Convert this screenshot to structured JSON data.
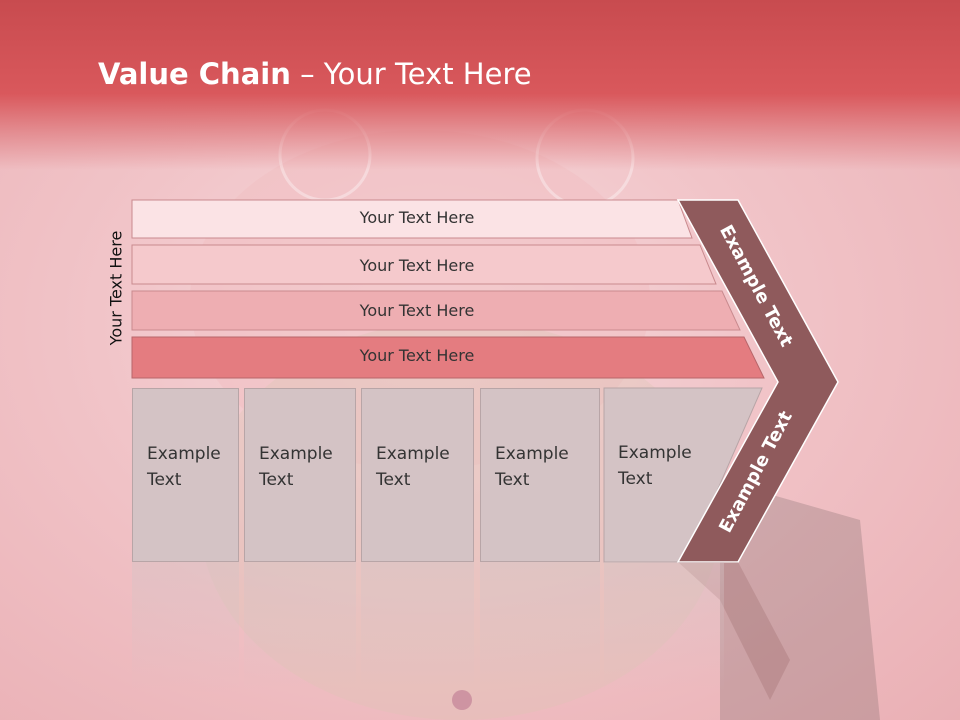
{
  "title": {
    "bold": "Value Chain",
    "rest": " – Your Text Here"
  },
  "side_label": "Your Text Here",
  "bands": [
    "Your Text Here",
    "Your Text Here",
    "Your Text Here",
    "Your Text Here"
  ],
  "boxes": [
    {
      "line1": "Example",
      "line2": "Text"
    },
    {
      "line1": "Example",
      "line2": "Text"
    },
    {
      "line1": "Example",
      "line2": "Text"
    },
    {
      "line1": "Example",
      "line2": "Text"
    },
    {
      "line1": "Example",
      "line2": "Text"
    }
  ],
  "chevron": {
    "upper": "Example Text",
    "lower": "Example Text"
  },
  "colors": {
    "header": "#d9585c",
    "band1": "#fbe3e5",
    "band2": "#f5c9cc",
    "band3": "#eeaeb2",
    "band4": "#e47c80",
    "chevron": "#8f5a5c",
    "box": "#d4c3c5"
  }
}
